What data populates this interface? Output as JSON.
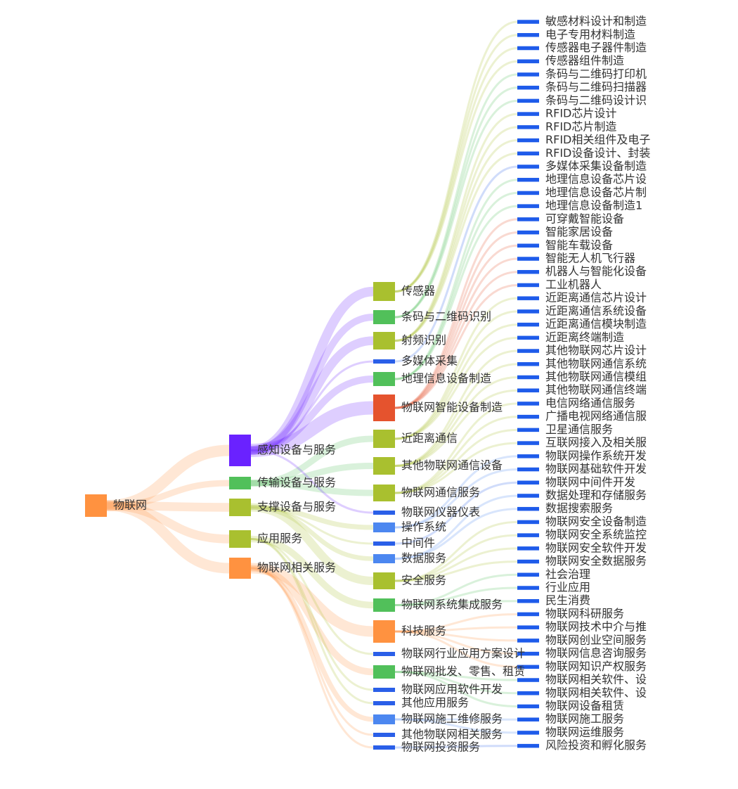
{
  "chart_data": {
    "type": "sankey",
    "root": {
      "id": "物联网",
      "color": "#FF9240"
    },
    "level1": [
      {
        "id": "感知设备与服务",
        "color": "#6A22FF"
      },
      {
        "id": "传输设备与服务",
        "color": "#51C05A"
      },
      {
        "id": "支撑设备与服务",
        "color": "#A9C02F"
      },
      {
        "id": "应用服务",
        "color": "#A9C02F"
      },
      {
        "id": "物联网相关服务",
        "color": "#FF9240"
      }
    ],
    "level2": [
      {
        "id": "传感器",
        "parent": "感知设备与服务",
        "color": "#A9C02F"
      },
      {
        "id": "条码与二维码识别",
        "parent": "感知设备与服务",
        "color": "#51C05A"
      },
      {
        "id": "射频识别",
        "parent": "感知设备与服务",
        "color": "#A9C02F"
      },
      {
        "id": "多媒体采集",
        "parent": "感知设备与服务",
        "color": "#2A5FE8"
      },
      {
        "id": "地理信息设备制造",
        "parent": "感知设备与服务",
        "color": "#51C05A"
      },
      {
        "id": "物联网智能设备制造",
        "parent": "感知设备与服务",
        "color": "#E5532E"
      },
      {
        "id": "近距离通信",
        "parent": "传输设备与服务",
        "color": "#A9C02F"
      },
      {
        "id": "其他物联网通信设备",
        "parent": "传输设备与服务",
        "color": "#A9C02F"
      },
      {
        "id": "物联网通信服务",
        "parent": "传输设备与服务",
        "color": "#A9C02F"
      },
      {
        "id": "物联网仪器仪表",
        "parent": "感知设备与服务",
        "color": "#2A5FE8"
      },
      {
        "id": "操作系统",
        "parent": "支撑设备与服务",
        "color": "#4C87F0"
      },
      {
        "id": "中间件",
        "parent": "支撑设备与服务",
        "color": "#2A5FE8"
      },
      {
        "id": "数据服务",
        "parent": "支撑设备与服务",
        "color": "#4C87F0"
      },
      {
        "id": "安全服务",
        "parent": "支撑设备与服务",
        "color": "#A9C02F"
      },
      {
        "id": "物联网系统集成服务",
        "parent": "应用服务",
        "color": "#51C05A"
      },
      {
        "id": "科技服务",
        "parent": "物联网相关服务",
        "color": "#FF9240"
      },
      {
        "id": "物联网行业应用方案设计",
        "parent": "应用服务",
        "color": "#2A5FE8"
      },
      {
        "id": "物联网批发、零售、租赁",
        "parent": "物联网相关服务",
        "color": "#51C05A"
      },
      {
        "id": "物联网应用软件开发",
        "parent": "应用服务",
        "color": "#2A5FE8"
      },
      {
        "id": "其他应用服务",
        "parent": "应用服务",
        "color": "#2A5FE8"
      },
      {
        "id": "物联网施工维修服务",
        "parent": "物联网相关服务",
        "color": "#4C87F0"
      },
      {
        "id": "其他物联网相关服务",
        "parent": "物联网相关服务",
        "color": "#2A5FE8"
      },
      {
        "id": "物联网投资服务",
        "parent": "物联网相关服务",
        "color": "#2A5FE8"
      }
    ],
    "level3": [
      {
        "id": "敏感材料设计和制造",
        "parent": "传感器"
      },
      {
        "id": "电子专用材料制造",
        "parent": "传感器"
      },
      {
        "id": "传感器电子器件制造",
        "parent": "传感器"
      },
      {
        "id": "传感器组件制造",
        "parent": "传感器"
      },
      {
        "id": "条码与二维码打印机",
        "parent": "条码与二维码识别"
      },
      {
        "id": "条码与二维码扫描器",
        "parent": "条码与二维码识别"
      },
      {
        "id": "条码与二维码设计识",
        "parent": "条码与二维码识别"
      },
      {
        "id": "RFID芯片设计",
        "parent": "射频识别"
      },
      {
        "id": "RFID芯片制造",
        "parent": "射频识别"
      },
      {
        "id": "RFID相关组件及电子",
        "parent": "射频识别"
      },
      {
        "id": "RFID设备设计、封装",
        "parent": "射频识别"
      },
      {
        "id": "多媒体采集设备制造",
        "parent": "多媒体采集"
      },
      {
        "id": "地理信息设备芯片设",
        "parent": "地理信息设备制造"
      },
      {
        "id": "地理信息设备芯片制",
        "parent": "地理信息设备制造"
      },
      {
        "id": "地理信息设备制造1",
        "parent": "地理信息设备制造"
      },
      {
        "id": "可穿戴智能设备",
        "parent": "物联网智能设备制造"
      },
      {
        "id": "智能家居设备",
        "parent": "物联网智能设备制造"
      },
      {
        "id": "智能车载设备",
        "parent": "物联网智能设备制造"
      },
      {
        "id": "智能无人机飞行器",
        "parent": "物联网智能设备制造"
      },
      {
        "id": "机器人与智能化设备",
        "parent": "物联网智能设备制造"
      },
      {
        "id": "工业机器人",
        "parent": "物联网智能设备制造"
      },
      {
        "id": "近距离通信芯片设计",
        "parent": "近距离通信"
      },
      {
        "id": "近距离通信系统设备",
        "parent": "近距离通信"
      },
      {
        "id": "近距离通信模块制造",
        "parent": "近距离通信"
      },
      {
        "id": "近距离终端制造",
        "parent": "近距离通信"
      },
      {
        "id": "其他物联网芯片设计",
        "parent": "其他物联网通信设备"
      },
      {
        "id": "其他物联网通信系统",
        "parent": "其他物联网通信设备"
      },
      {
        "id": "其他物联网通信模组",
        "parent": "其他物联网通信设备"
      },
      {
        "id": "其他物联网通信终端",
        "parent": "其他物联网通信设备"
      },
      {
        "id": "电信网络通信服务",
        "parent": "物联网通信服务"
      },
      {
        "id": "广播电视网络通信服",
        "parent": "物联网通信服务"
      },
      {
        "id": "卫星通信服务",
        "parent": "物联网通信服务"
      },
      {
        "id": "互联网接入及相关服",
        "parent": "物联网通信服务"
      },
      {
        "id": "物联网操作系统开发",
        "parent": "操作系统"
      },
      {
        "id": "物联网基础软件开发",
        "parent": "操作系统"
      },
      {
        "id": "物联网中间件开发",
        "parent": "中间件"
      },
      {
        "id": "数据处理和存储服务",
        "parent": "数据服务"
      },
      {
        "id": "数据搜索服务",
        "parent": "数据服务"
      },
      {
        "id": "物联网安全设备制造",
        "parent": "安全服务"
      },
      {
        "id": "物联网安全系统监控",
        "parent": "安全服务"
      },
      {
        "id": "物联网安全软件开发",
        "parent": "安全服务"
      },
      {
        "id": "物联网安全数据服务",
        "parent": "安全服务"
      },
      {
        "id": "社会治理",
        "parent": "物联网系统集成服务"
      },
      {
        "id": "行业应用",
        "parent": "物联网系统集成服务"
      },
      {
        "id": "民生消费",
        "parent": "物联网系统集成服务"
      },
      {
        "id": "物联网科研服务",
        "parent": "科技服务"
      },
      {
        "id": "物联网技术中介与推",
        "parent": "科技服务"
      },
      {
        "id": "物联网创业空间服务",
        "parent": "科技服务"
      },
      {
        "id": "物联网信息咨询服务",
        "parent": "科技服务"
      },
      {
        "id": "物联网知识产权服务",
        "parent": "科技服务"
      },
      {
        "id": "物联网相关软件、设",
        "parent": "物联网批发、零售、租赁"
      },
      {
        "id": "物联网相关软件、设2",
        "display": "物联网相关软件、设",
        "parent": "物联网批发、零售、租赁"
      },
      {
        "id": "物联网设备租赁",
        "parent": "物联网批发、零售、租赁"
      },
      {
        "id": "物联网施工服务",
        "parent": "物联网施工维修服务"
      },
      {
        "id": "物联网运维服务",
        "parent": "物联网施工维修服务"
      },
      {
        "id": "风险投资和孵化服务",
        "parent": "物联网投资服务"
      }
    ],
    "leaf_color": "#1E5BEA"
  }
}
